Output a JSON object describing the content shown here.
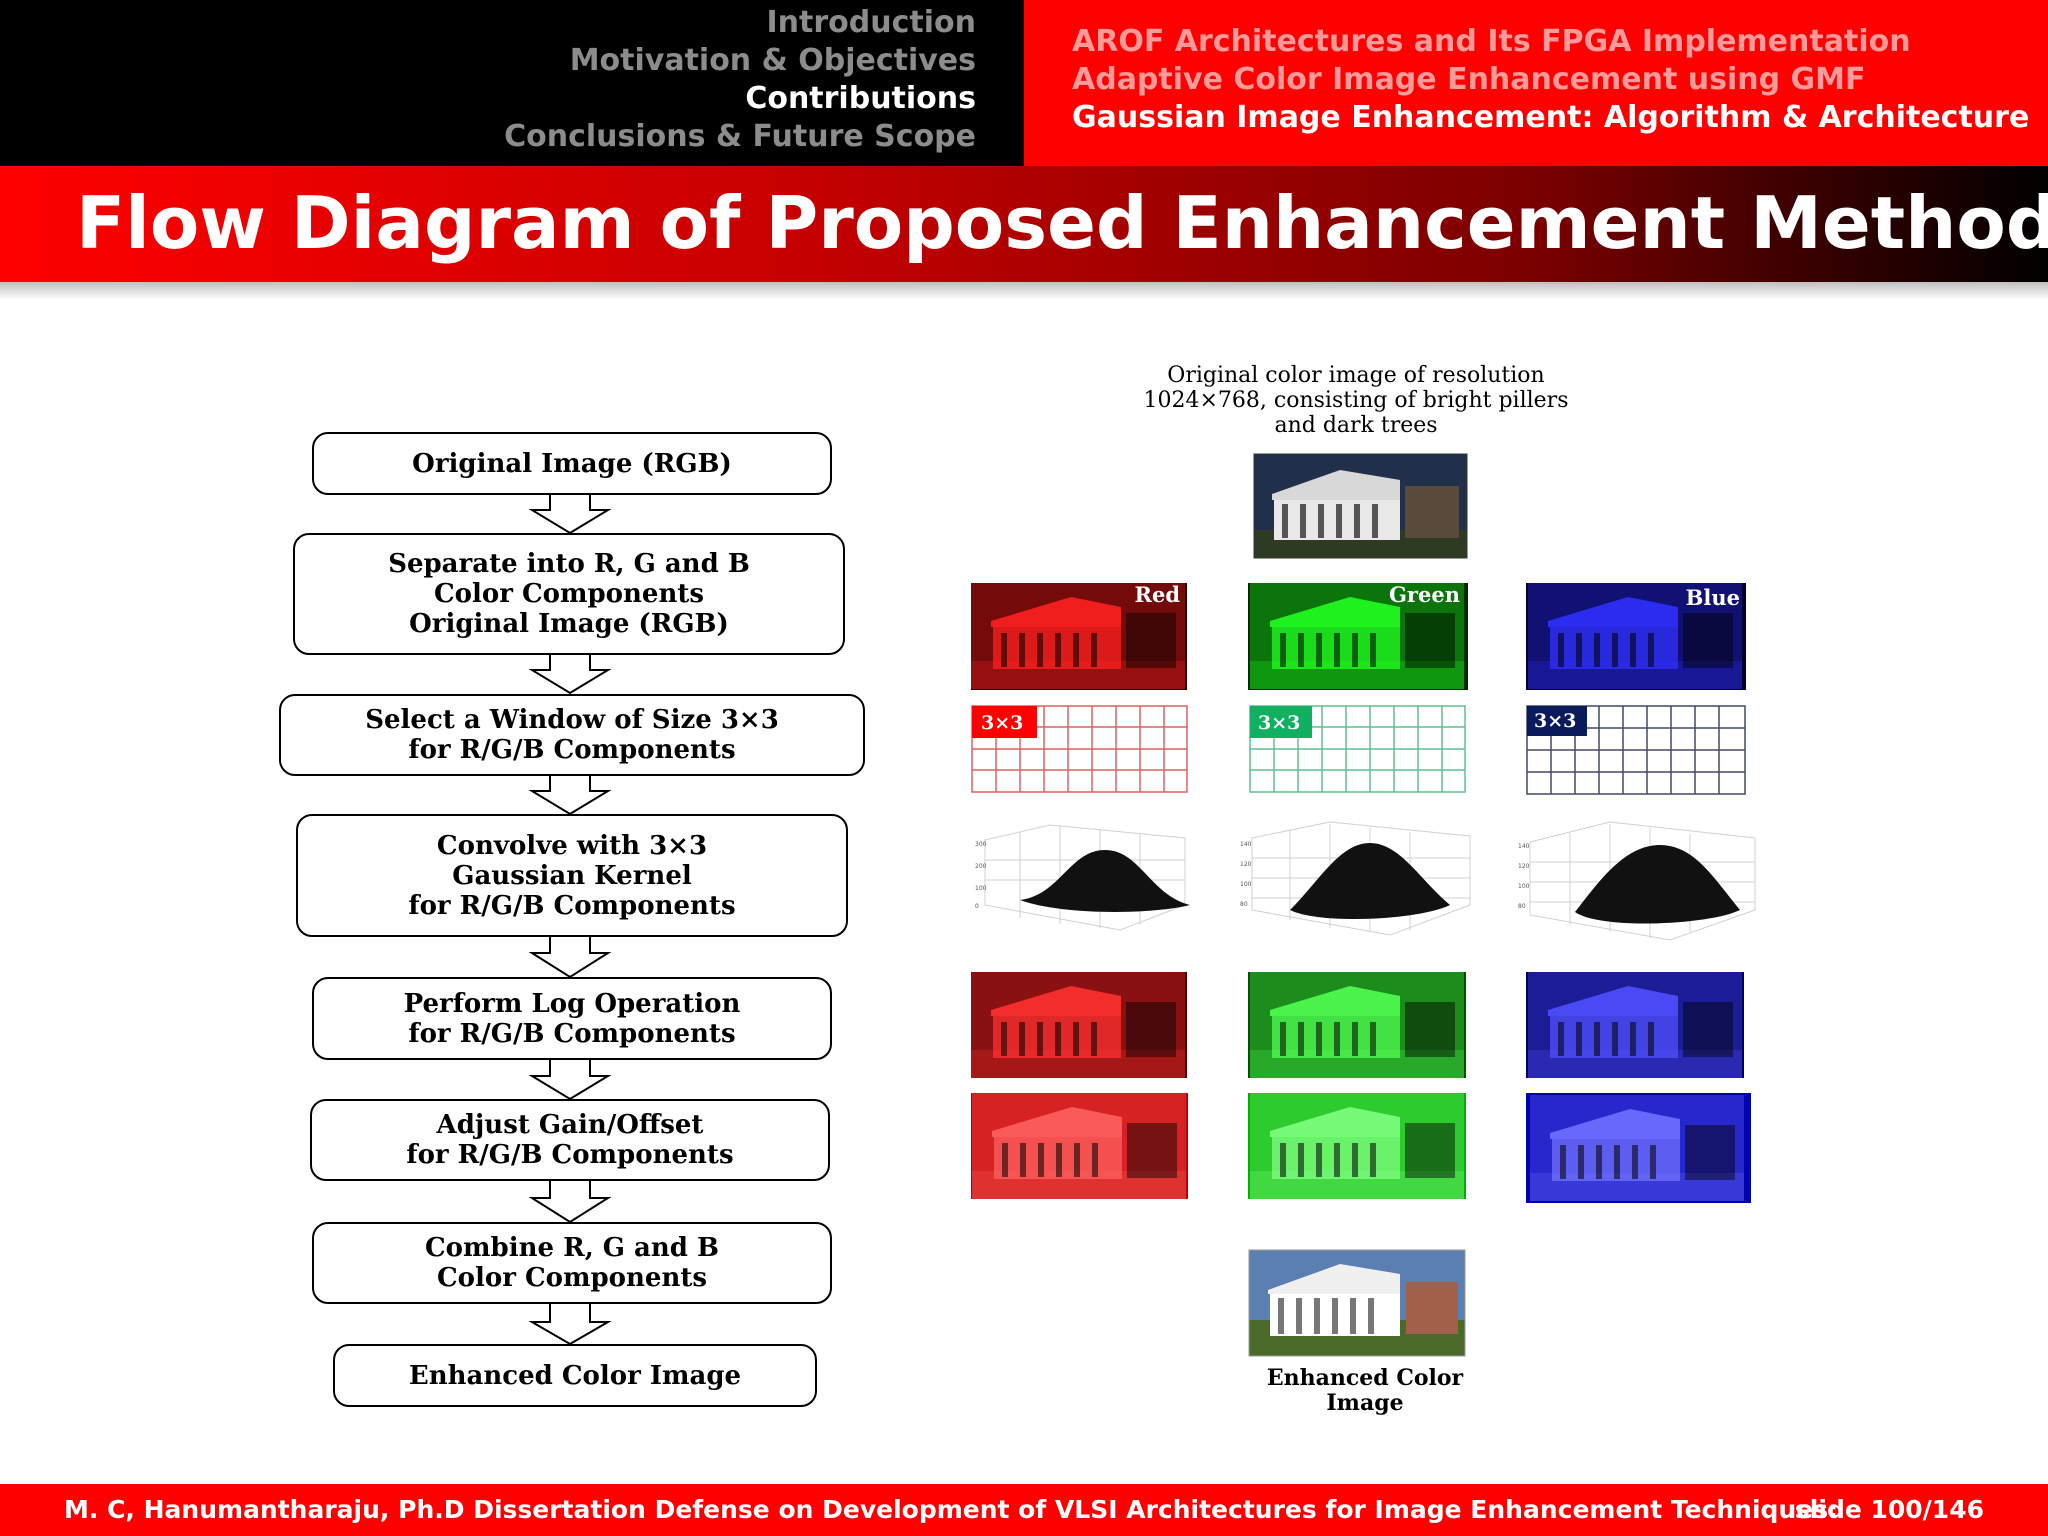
{
  "nav": {
    "sections": [
      "Introduction",
      "Motivation & Objectives",
      "Contributions",
      "Conclusions & Future Scope"
    ],
    "subsections": [
      "AROF Architectures and Its FPGA Implementation",
      "Adaptive Color Image Enhancement using GMF",
      "Gaussian Image Enhancement: Algorithm & Architecture"
    ]
  },
  "slide_title": "Flow Diagram of Proposed Enhancement Method",
  "flow_steps": [
    "Original Image (RGB)",
    "Separate into R, G and B\nColor Components\nOriginal Image (RGB)",
    "Select a Window of Size 3×3\nfor R/G/B Components",
    "Convolve with 3×3\nGaussian Kernel\nfor R/G/B Components",
    "Perform Log Operation\nfor R/G/B Components",
    "Adjust Gain/Offset\nfor R/G/B Components",
    "Combine R, G and B\nColor Components",
    "Enhanced Color Image"
  ],
  "illustration": {
    "top_caption_lines": [
      "Original color image of resolution",
      "1024×768, consisting of bright pillers",
      "and dark trees"
    ],
    "channel_labels": [
      "Red",
      "Green",
      "Blue"
    ],
    "window_label": "3×3",
    "bottom_caption_lines": [
      "Enhanced Color",
      "Image"
    ],
    "channel_colors": {
      "red": "#ff0000",
      "green": "#00e000",
      "blue": "#1010ff"
    }
  },
  "footer": {
    "text": "M. C, Hanumantharaju, Ph.D Dissertation Defense on Development of VLSI Architectures for Image Enhancement Techniques:",
    "slide_number": "slide 100/146"
  },
  "theme": {
    "accent": "#ff0000",
    "nav_bg": "#000000"
  }
}
